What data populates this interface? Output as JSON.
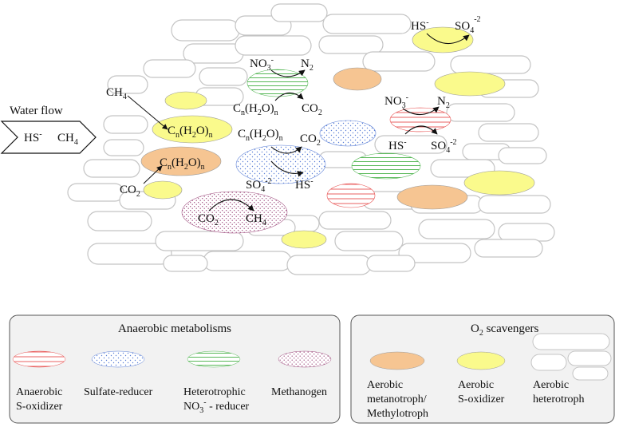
{
  "flow": {
    "title": "Water flow",
    "hs": "HS",
    "hs_sup": "-",
    "ch4": "CH",
    "ch4_sub": "4"
  },
  "labels": {
    "ch4_in": {
      "base": "CH",
      "sub": "4"
    },
    "co2_in": {
      "base": "CO",
      "sub": "2"
    }
  },
  "reactions": {
    "heterotroph": {
      "in_top": "NO",
      "in_top_sub": "3",
      "in_top_sup": "-",
      "out_top": "N",
      "out_top_sub": "2",
      "out_bottom": "CO",
      "out_bottom_sub": "2"
    },
    "sulfate": {
      "out_top": "CO",
      "out_top_sub": "2",
      "in_bottom": "SO",
      "in_bottom_sub": "4",
      "in_bottom_sup": "-2",
      "out_bottom": "HS",
      "out_bottom_sup": "-"
    },
    "methanogen": {
      "in": "CO",
      "in_sub": "2",
      "out": "CH",
      "out_sub": "4"
    },
    "anaerobic_s": {
      "in_top": "NO",
      "in_top_sub": "3",
      "in_top_sup": "-",
      "out_top": "N",
      "out_top_sub": "2",
      "in_bottom": "HS",
      "in_bottom_sup": "-",
      "out_bottom": "SO",
      "out_bottom_sub": "4",
      "out_bottom_sup": "-2"
    },
    "aerobic_s": {
      "in": "HS",
      "in_sup": "-",
      "out": "SO",
      "out_sub": "4",
      "out_sup": "-2"
    }
  },
  "substrate": {
    "c": "C",
    "c_sub": "n",
    "mid": "(H",
    "h_sub": "2",
    "o": "O)",
    "o_sub": "n"
  },
  "legend_anaerobic": {
    "title": "Anaerobic metabolisms",
    "items": [
      {
        "line1": "Anaerobic",
        "line2": "S-oxidizer"
      },
      {
        "line1": "Sulfate-reducer",
        "line2": ""
      },
      {
        "line1": "Heterotrophic",
        "line2": "NO",
        "line2_sub": "3",
        "line2_sup": "-",
        "line2_rest": " - reducer"
      },
      {
        "line1": "Methanogen",
        "line2": ""
      }
    ]
  },
  "legend_o2": {
    "title": "O",
    "title_sub": "2",
    "title_rest": " scavengers",
    "items": [
      {
        "line1": "Aerobic",
        "line2": "metanotroph/",
        "line3": "Methylotroph"
      },
      {
        "line1": "Aerobic",
        "line2": "S-oxidizer"
      },
      {
        "line1": "Aerobic",
        "line2": "heterotroph"
      }
    ]
  },
  "colors": {
    "red": "#e8504f",
    "blue": "#5b7fd6",
    "green": "#58b858",
    "purple": "#a05080",
    "orange": "#f6c592",
    "yellow": "#fafa8c",
    "outline": "#c4c4c4",
    "legend_fill": "#f2f2f2",
    "legend_stroke": "#555555"
  }
}
